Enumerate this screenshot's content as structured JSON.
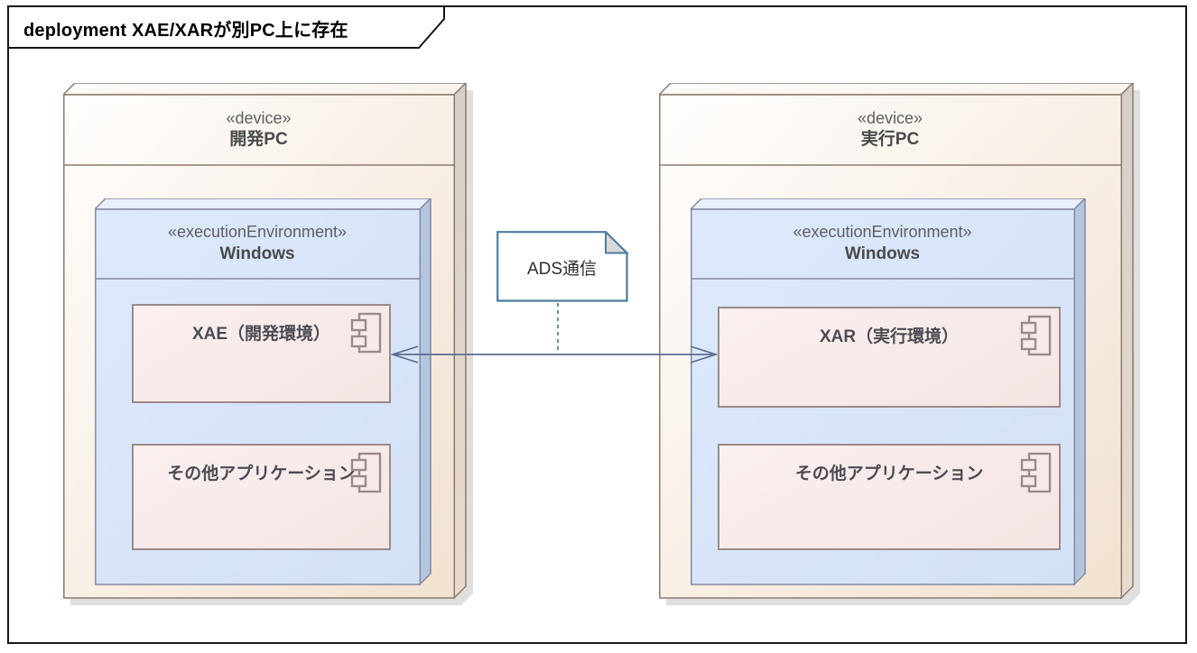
{
  "frame": {
    "title": "deployment XAE/XARが別PC上に存在"
  },
  "nodes": {
    "dev_pc": {
      "stereotype": "«device»",
      "name": "開発PC",
      "environment": {
        "stereotype": "«executionEnvironment»",
        "name": "Windows",
        "components": [
          {
            "label": "XAE（開発環境）",
            "icon": "uml-component-icon"
          },
          {
            "label": "その他アプリケーション",
            "icon": "uml-component-icon"
          }
        ]
      }
    },
    "exec_pc": {
      "stereotype": "«device»",
      "name": "実行PC",
      "environment": {
        "stereotype": "«executionEnvironment»",
        "name": "Windows",
        "components": [
          {
            "label": "XAR（実行環境）",
            "icon": "uml-component-icon"
          },
          {
            "label": "その他アプリケーション",
            "icon": "uml-component-icon"
          }
        ]
      }
    }
  },
  "note": {
    "text": "ADS通信"
  },
  "connector": {
    "style": "double-open-arrow with dashed note link",
    "color": "#5b6b90"
  },
  "colors": {
    "frame_border": "#161616",
    "device_fill_light": "#fffdfb",
    "device_fill_dark": "#f1e1d0",
    "device_border": "#8c7a6e",
    "device_side": "#d8d1c9",
    "environment_fill": "#d8e5f8",
    "environment_side": "#b4c5df",
    "environment_border": "#8589a0",
    "component_fill": "#f6e8e6",
    "component_border": "#9c8a8a",
    "note_border": "#4d7d9d",
    "note_fold": "#d9d9d9",
    "shadow": "#c4c4c4"
  }
}
